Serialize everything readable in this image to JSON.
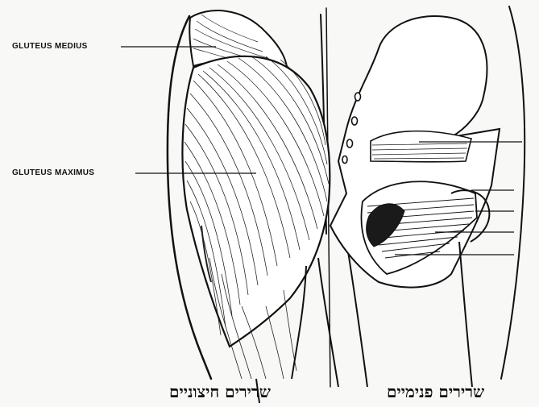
{
  "labels": {
    "gluteus_medius": "GLUTEUS MEDIUS",
    "gluteus_maximus": "GLUTEUS MAXIMUS"
  },
  "captions": {
    "outer_muscles": "שרירים חיצוניים",
    "inner_muscles": "שרירים פנימיים"
  },
  "colors": {
    "line": "#111111",
    "paper": "#f8f8f6"
  }
}
